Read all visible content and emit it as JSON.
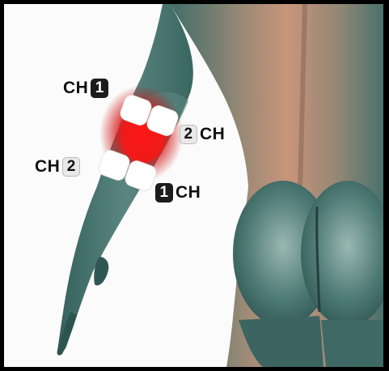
{
  "labels": [
    {
      "channel": "1",
      "text": "CH",
      "order": "text-first",
      "badge_style": "dark"
    },
    {
      "channel": "2",
      "text": "CH",
      "order": "badge-first",
      "badge_style": "light"
    },
    {
      "channel": "2",
      "text": "CH",
      "order": "text-first",
      "badge_style": "light"
    },
    {
      "channel": "1",
      "text": "CH",
      "order": "badge-first",
      "badge_style": "dark"
    }
  ],
  "colors": {
    "frame": "#000000",
    "background": "#fbfbfb",
    "muscle_teal": "#3d6b66",
    "muscle_skin": "#c9957b",
    "heat": "#e11919",
    "electrode_pad": "#ffffff",
    "badge_dark": "#1c1c1c",
    "badge_light": "#e9e9e9"
  }
}
